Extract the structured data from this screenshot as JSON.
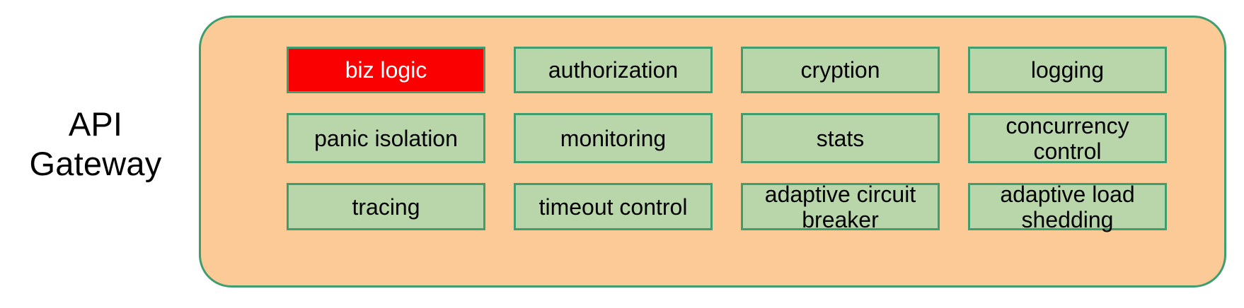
{
  "diagram": {
    "side_label": "API\nGateway",
    "container": {
      "name": "api-gateway-container",
      "fill_color": "#fcca96",
      "border_color": "#3f9e6f"
    },
    "module_style": {
      "fill_color": "#b9d6ab",
      "border_color": "#3f9e6f",
      "text_color": "#000000",
      "highlight_fill_color": "#fa0000",
      "highlight_text_color": "#ffffff"
    },
    "modules": [
      {
        "id": "biz-logic",
        "label": "biz logic",
        "row": 1,
        "col": 1,
        "highlighted": true
      },
      {
        "id": "authorization",
        "label": "authorization",
        "row": 1,
        "col": 2,
        "highlighted": false
      },
      {
        "id": "cryption",
        "label": "cryption",
        "row": 1,
        "col": 3,
        "highlighted": false
      },
      {
        "id": "logging",
        "label": "logging",
        "row": 1,
        "col": 4,
        "highlighted": false
      },
      {
        "id": "panic-isolation",
        "label": "panic isolation",
        "row": 2,
        "col": 1,
        "highlighted": false
      },
      {
        "id": "monitoring",
        "label": "monitoring",
        "row": 2,
        "col": 2,
        "highlighted": false
      },
      {
        "id": "stats",
        "label": "stats",
        "row": 2,
        "col": 3,
        "highlighted": false
      },
      {
        "id": "concurrency-control",
        "label": "concurrency\ncontrol",
        "row": 2,
        "col": 4,
        "highlighted": false
      },
      {
        "id": "tracing",
        "label": "tracing",
        "row": 3,
        "col": 1,
        "highlighted": false
      },
      {
        "id": "timeout-control",
        "label": "timeout control",
        "row": 3,
        "col": 2,
        "highlighted": false
      },
      {
        "id": "adaptive-circuit-breaker",
        "label": "adaptive circuit\nbreaker",
        "row": 3,
        "col": 3,
        "highlighted": false
      },
      {
        "id": "adaptive-load-shedding",
        "label": "adaptive load\nshedding",
        "row": 3,
        "col": 4,
        "highlighted": false
      }
    ]
  }
}
